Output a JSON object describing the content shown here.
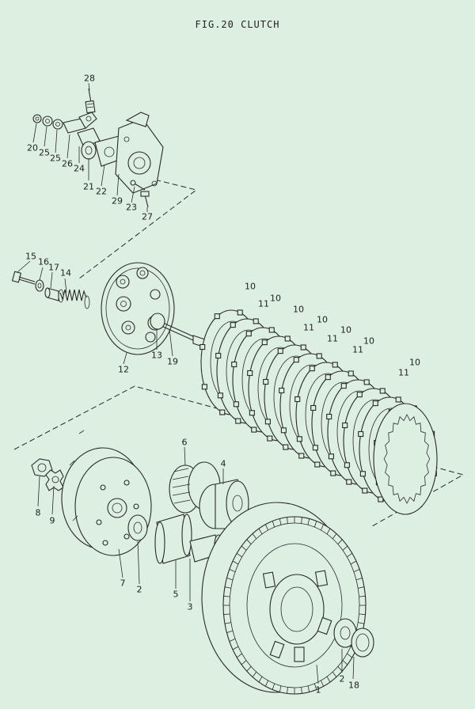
{
  "title": "FIG.20  CLUTCH",
  "callouts": {
    "p28": "28",
    "p20": "20",
    "p25a": "25",
    "p25b": "25",
    "p26": "26",
    "p24": "24",
    "p21": "21",
    "p22": "22",
    "p29": "29",
    "p23": "23",
    "p27": "27",
    "p15": "15",
    "p16": "16",
    "p17": "17",
    "p14": "14",
    "p12": "12",
    "p13": "13",
    "p19": "19",
    "p10a": "10",
    "p11a": "11",
    "p10b": "10",
    "p10c": "10",
    "p11b": "11",
    "p10d": "10",
    "p11c": "11",
    "p10e": "10",
    "p11d": "11",
    "p10f": "10",
    "p11e": "11",
    "p10g": "10",
    "p6": "6",
    "p4": "4",
    "p8": "8",
    "p9": "9",
    "p7": "7",
    "p2a": "2",
    "p5": "5",
    "p3": "3",
    "p1": "1",
    "p2b": "2",
    "p18": "18"
  }
}
